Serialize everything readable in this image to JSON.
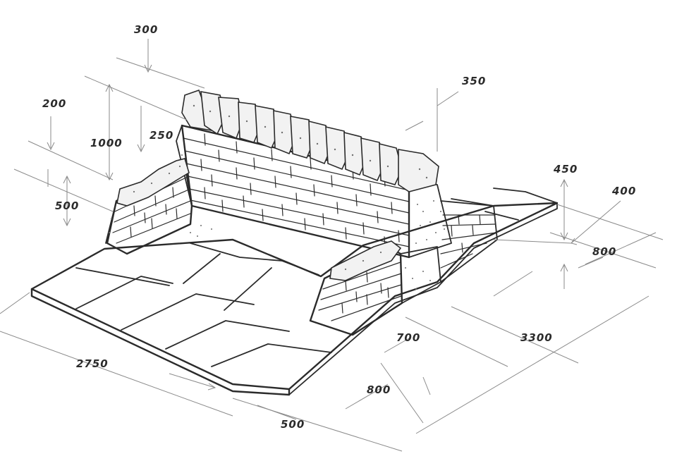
{
  "dimensions": {
    "d300": "300",
    "d350": "350",
    "d200": "200",
    "d1000": "1000",
    "d250": "250",
    "d500_left": "500",
    "d450": "450",
    "d400": "400",
    "d800_right": "800",
    "d700": "700",
    "d3300": "3300",
    "d2750": "2750",
    "d800_bottom": "800",
    "d500_bottom": "500"
  }
}
